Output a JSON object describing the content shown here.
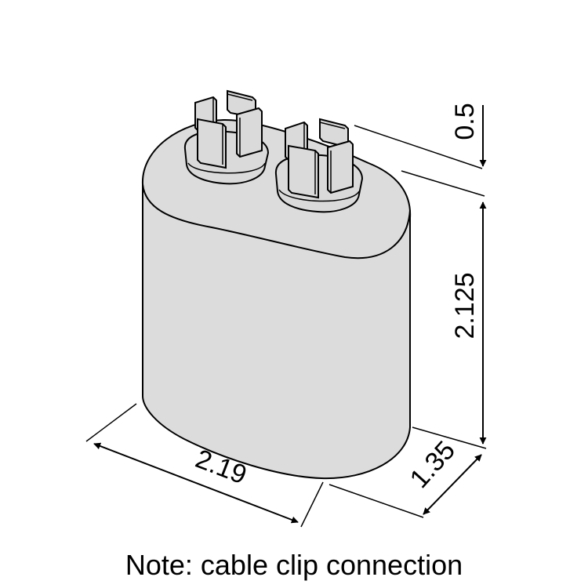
{
  "diagram": {
    "colors": {
      "body_fill": "#dcdcdc",
      "terminal_fill": "#dadada",
      "outline": "#000000",
      "background": "#ffffff"
    },
    "dimensions": {
      "terminal_height": "0.5",
      "body_height": "2.125",
      "body_width": "2.19",
      "body_depth": "1.35"
    },
    "note": "Note: cable clip connection"
  }
}
